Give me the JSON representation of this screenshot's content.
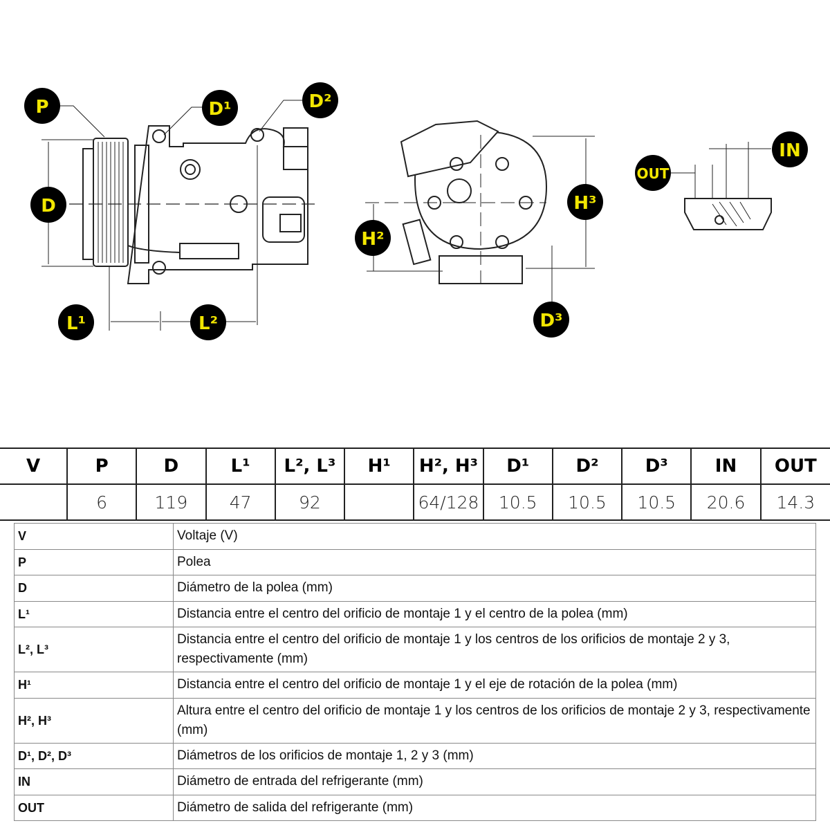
{
  "diagram": {
    "labels": {
      "P": "P",
      "D1": "D¹",
      "D2": "D²",
      "D": "D",
      "L1": "L¹",
      "L2": "L²",
      "H2": "H²",
      "H3": "H³",
      "D3": "D³",
      "OUT": "OUT",
      "IN": "IN"
    }
  },
  "spec_table": {
    "headers": [
      "V",
      "P",
      "D",
      "L¹",
      "L², L³",
      "H¹",
      "H², H³",
      "D¹",
      "D²",
      "D³",
      "IN",
      "OUT"
    ],
    "values": [
      "",
      "6",
      "119",
      "47",
      "92",
      "",
      "64/128",
      "10.5",
      "10.5",
      "10.5",
      "20.6",
      "14.3"
    ]
  },
  "legend": [
    {
      "key": "V",
      "desc": "Voltaje (V)"
    },
    {
      "key": "P",
      "desc": "Polea"
    },
    {
      "key": "D",
      "desc": "Diámetro de la polea (mm)"
    },
    {
      "key": "L¹",
      "desc": "Distancia entre el centro del orificio de montaje 1 y el centro de la polea (mm)"
    },
    {
      "key": "L², L³",
      "desc": "Distancia entre el centro del orificio de montaje 1 y los centros de los orificios de montaje 2 y 3, respectivamente (mm)"
    },
    {
      "key": "H¹",
      "desc": "Distancia entre el centro del orificio de montaje 1 y el eje de rotación de la polea (mm)"
    },
    {
      "key": "H², H³",
      "desc": "Altura entre el centro del orificio de montaje 1 y los centros de los orificios de montaje 2 y 3, respectivamente (mm)"
    },
    {
      "key": "D¹, D², D³",
      "desc": "Diámetros de los orificios de montaje 1, 2 y 3 (mm)"
    },
    {
      "key": "IN",
      "desc": "Diámetro de entrada del refrigerante (mm)"
    },
    {
      "key": "OUT",
      "desc": "Diámetro de salida del refrigerante (mm)"
    }
  ]
}
